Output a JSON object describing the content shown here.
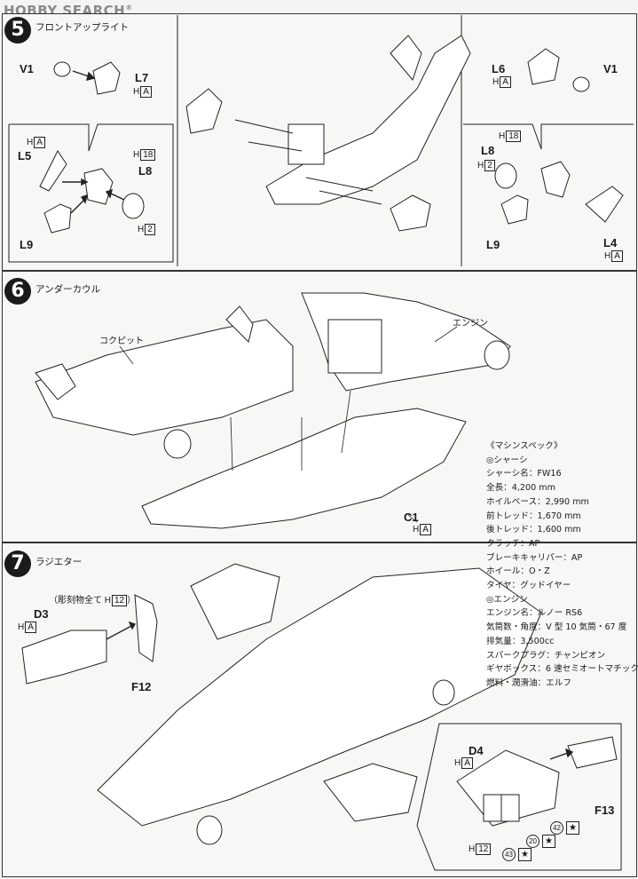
{
  "header": {
    "logo": "HOBBY SEARCH",
    "reg_mark": "®"
  },
  "steps": [
    {
      "number": "5",
      "title": "フロントアップライト"
    },
    {
      "number": "6",
      "title": "アンダーカウル"
    },
    {
      "number": "7",
      "title": "ラジエター"
    }
  ],
  "step5": {
    "left": {
      "v1": "V1",
      "l7": "L7",
      "l7_h": "A",
      "l5": "L5",
      "l5_h": "A",
      "l8": "L8",
      "l8_h": "18",
      "l9": "L9",
      "l8_h2": "2"
    },
    "right": {
      "l6": "L6",
      "l6_h": "A",
      "v1": "V1",
      "l8_h": "18",
      "l8": "L8",
      "l8_h2": "2",
      "l9": "L9",
      "l4": "L4",
      "l4_h": "A"
    },
    "h": "H"
  },
  "step6": {
    "cockpit": "コクピット",
    "engine": "エンジン",
    "c1": "C1",
    "c1_h": "A"
  },
  "spec": {
    "title": "《マシンスペック》",
    "chassis_head": "◎シャーシ",
    "chassis": [
      "シャーシ名：FW16",
      "全長：4,200 mm",
      "ホイルベース：2,990 mm",
      "前トレッド：1,670 mm",
      "後トレッド：1,600 mm",
      "クラッチ：AP",
      "ブレーキキャリパー：AP",
      "ホイール：O・Z",
      "タイヤ：グッドイヤー"
    ],
    "engine_head": "◎エンジン",
    "engine": [
      "エンジン名：ルノー RS6",
      "気筒数・角度：V 型 10 気筒・67 度",
      "排気量：3,500cc",
      "スパークプラグ：チャンピオン",
      "ギヤボックス：6 速セミオートマチック",
      "燃料・潤滑油：エルフ"
    ]
  },
  "step7": {
    "note": "（彫刻物全て H",
    "note_num": "12",
    "note_close": "）",
    "d3": "D3",
    "d3_h": "A",
    "f12": "F12",
    "d4": "D4",
    "d4_h": "A",
    "f13": "F13",
    "h12": "12",
    "decals": [
      "42",
      "20",
      "43"
    ]
  }
}
